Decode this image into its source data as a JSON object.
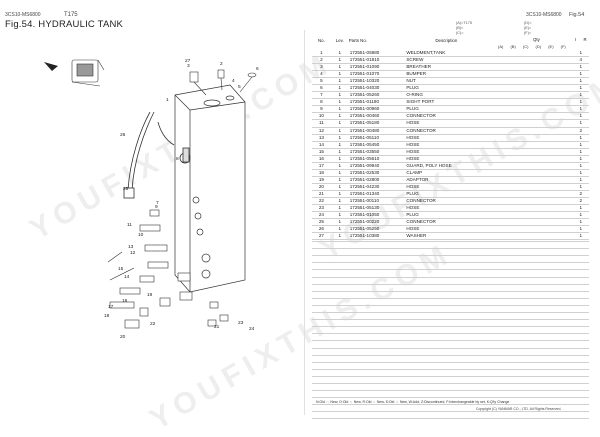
{
  "header": {
    "left_code": "3CS10-MS6800",
    "model": "T175",
    "title": "Fig.54.  HYDRAULIC TANK",
    "right_code": "3CS10-MS6800",
    "fig_no": "Fig.54"
  },
  "legend": {
    "a": "(A)=T175",
    "b": "(B)=",
    "c": "(C)=",
    "d": "(D)=",
    "e": "(E)=",
    "f": "(F)="
  },
  "table": {
    "headers": {
      "no": "No.",
      "lev": "Lev.",
      "parts_no": "Parts No.",
      "description": "Description",
      "qty": "Qty",
      "i": "I",
      "r": "R"
    },
    "sub_labels": "(A) (B) (C) (D) (E) (F)",
    "rows": [
      {
        "no": "1",
        "lev": "1",
        "pn": "172551-05880",
        "desc": "WELDMENT,TANK",
        "qty": "1"
      },
      {
        "no": "2",
        "lev": "1",
        "pn": "172551-01810",
        "desc": "SCREW",
        "qty": "4"
      },
      {
        "no": "3",
        "lev": "1",
        "pn": "172551-01090",
        "desc": "BREATHER",
        "qty": "1"
      },
      {
        "no": "4",
        "lev": "1",
        "pn": "172551-01070",
        "desc": "BUMPER",
        "qty": "1"
      },
      {
        "no": "5",
        "lev": "1",
        "pn": "172551-10320",
        "desc": "NUT",
        "qty": "1"
      },
      {
        "no": "6",
        "lev": "1",
        "pn": "172551-04030",
        "desc": "PLUG",
        "qty": "1"
      },
      {
        "no": "7",
        "lev": "1",
        "pn": "172551-05260",
        "desc": "O-RING",
        "qty": "1"
      },
      {
        "no": "8",
        "lev": "1",
        "pn": "172551-01180",
        "desc": "SIGHT PORT",
        "qty": "1"
      },
      {
        "no": "9",
        "lev": "1",
        "pn": "172551-00960",
        "desc": "PLUG",
        "qty": "1"
      },
      {
        "no": "10",
        "lev": "1",
        "pn": "172551-00460",
        "desc": "CONNECTOR",
        "qty": "1"
      },
      {
        "no": "11",
        "lev": "1",
        "pn": "172551-05180",
        "desc": "HOSE",
        "qty": "1"
      },
      {
        "no": "12",
        "lev": "1",
        "pn": "172551-00480",
        "desc": "CONNECTOR",
        "qty": "2"
      },
      {
        "no": "13",
        "lev": "1",
        "pn": "172551-05110",
        "desc": "HOSE",
        "qty": "1"
      },
      {
        "no": "14",
        "lev": "1",
        "pn": "172551-05450",
        "desc": "HOSE",
        "qty": "1"
      },
      {
        "no": "15",
        "lev": "1",
        "pn": "172551-03550",
        "desc": "HOSE",
        "qty": "1"
      },
      {
        "no": "16",
        "lev": "1",
        "pn": "172551-05610",
        "desc": "HOSE",
        "qty": "1"
      },
      {
        "no": "17",
        "lev": "1",
        "pn": "172551-09940",
        "desc": "GUARD, POLY HOSE",
        "qty": "1"
      },
      {
        "no": "18",
        "lev": "1",
        "pn": "172551-02530",
        "desc": "CLAMP",
        "qty": "1"
      },
      {
        "no": "19",
        "lev": "1",
        "pn": "172551-02800",
        "desc": "ADAPTOR",
        "qty": "1"
      },
      {
        "no": "20",
        "lev": "1",
        "pn": "172551-04230",
        "desc": "HOSE",
        "qty": "1"
      },
      {
        "no": "21",
        "lev": "1",
        "pn": "172551-01340",
        "desc": "PLUG",
        "qty": "2"
      },
      {
        "no": "22",
        "lev": "1",
        "pn": "172551-00110",
        "desc": "CONNECTOR",
        "qty": "2"
      },
      {
        "no": "23",
        "lev": "1",
        "pn": "172551-05130",
        "desc": "HOSE",
        "qty": "1"
      },
      {
        "no": "24",
        "lev": "1",
        "pn": "172551-01050",
        "desc": "PLUG",
        "qty": "1"
      },
      {
        "no": "25",
        "lev": "1",
        "pn": "172551-00220",
        "desc": "CONNECTOR",
        "qty": "1"
      },
      {
        "no": "26",
        "lev": "1",
        "pn": "172551-05250",
        "desc": "HOSE",
        "qty": "1"
      },
      {
        "no": "27",
        "lev": "1",
        "pn": "172551-10380",
        "desc": "WASHER",
        "qty": "1"
      }
    ]
  },
  "callouts": [
    "1",
    "2",
    "3",
    "4",
    "5",
    "6",
    "7",
    "8",
    "9",
    "10",
    "11",
    "12",
    "13",
    "14",
    "15",
    "16",
    "17",
    "18",
    "19",
    "20",
    "21",
    "22",
    "23",
    "24",
    "25",
    "26",
    "27"
  ],
  "footer": {
    "codes": "N:Old ⇔ New, O:Old ⇔ New, R:Old ⇔ New, S:Old ⇔ New, W:Add, Z:Discontinued, F:Interchangeable by set, K:Q'ty Change",
    "copyright": "Copyright (C)  YANMAR CO., LTD. All Rights Reserved."
  },
  "watermark": "YOUFIXTHIS.COM"
}
